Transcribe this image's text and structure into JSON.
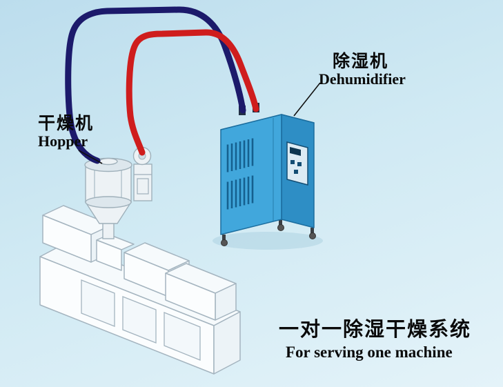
{
  "labels": {
    "hopper": {
      "cn": "干燥机",
      "en": "Hopper"
    },
    "dehumidifier": {
      "cn": "除湿机",
      "en": "Dehumidifier"
    }
  },
  "caption": {
    "cn": "一对一除湿干燥系统",
    "en": "For serving one machine"
  },
  "colors": {
    "background_top": "#bcdded",
    "background_mid": "#cfe9f3",
    "background_bottom": "#e4f3f9",
    "cabinet_front": "#41a7dc",
    "cabinet_side": "#2e8ec5",
    "cabinet_top": "#8fd0ee",
    "pipe_red": "#cf1d1d",
    "pipe_navy": "#1c1a6b",
    "machine_line": "#a4b4bf",
    "text": "#0a0a0a"
  }
}
